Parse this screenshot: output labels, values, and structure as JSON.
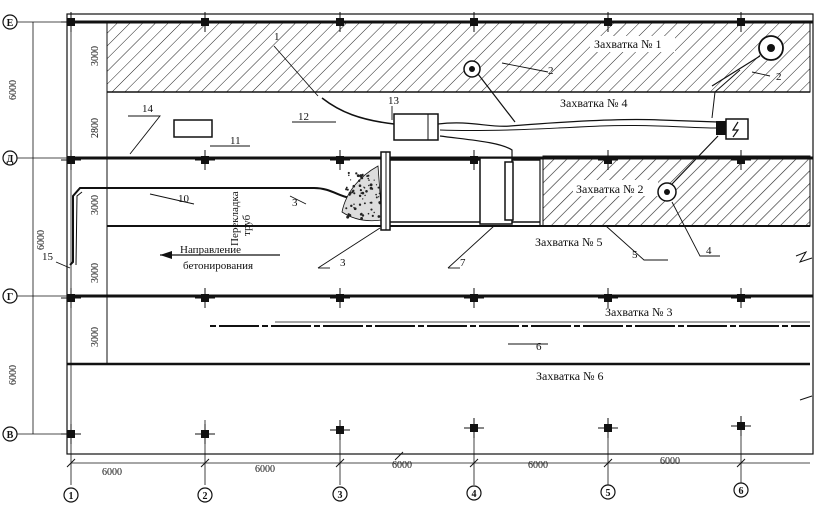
{
  "axes": {
    "columns": [
      "1",
      "2",
      "3",
      "4",
      "5",
      "6"
    ],
    "rows": [
      "Е",
      "Д",
      "Г",
      "В"
    ]
  },
  "dimensions": {
    "left_outer": [
      "6000",
      "6000",
      "6000"
    ],
    "left_inner": [
      "3000",
      "2800",
      "3000",
      "3000",
      "3000"
    ],
    "bottom": [
      "6000",
      "6000",
      "6000",
      "6000",
      "6000"
    ]
  },
  "zones": {
    "z1": "Захватка № 1",
    "z2": "Захватка № 2",
    "z3": "Захватка № 3",
    "z4": "Захватка № 4",
    "z5": "Захватка № 5",
    "z6": "Захватка № 6"
  },
  "text": {
    "direction_line1": "Направление",
    "direction_line2": "бетонирования",
    "pipes_line1": "Перекладка",
    "pipes_line2": "труб"
  },
  "callouts": [
    "1",
    "2",
    "2",
    "3",
    "4",
    "5",
    "6",
    "7",
    "10",
    "11",
    "12",
    "13",
    "14",
    "15",
    "3"
  ]
}
